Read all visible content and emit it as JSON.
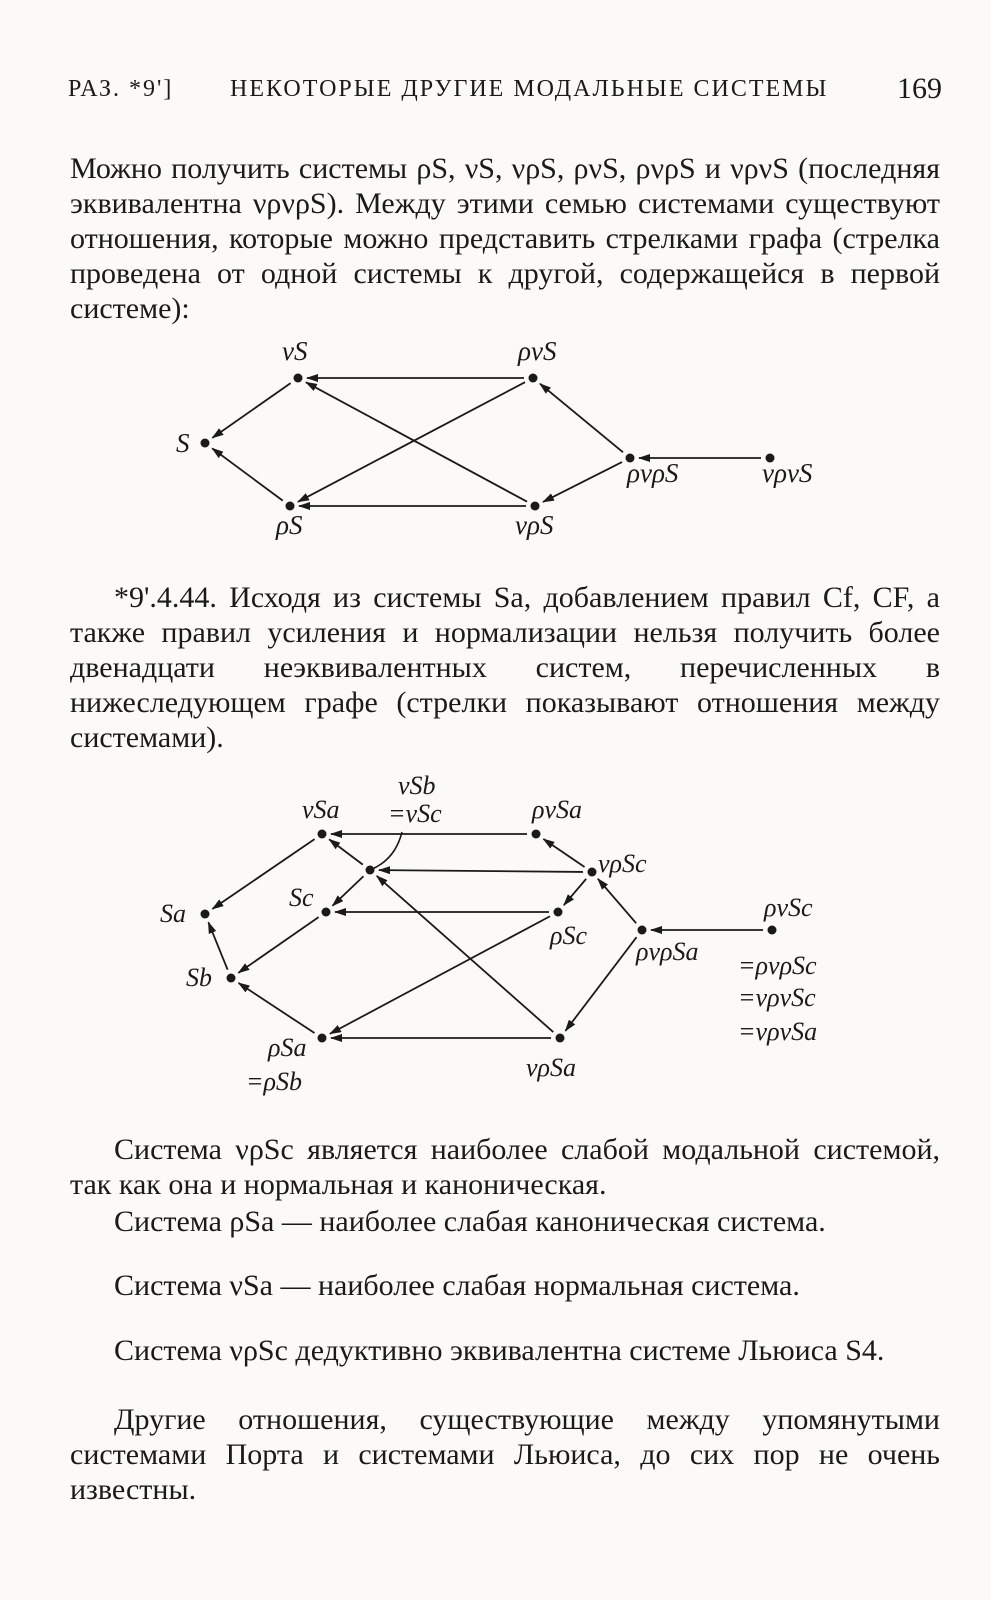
{
  "header": {
    "section": "РАЗ. *9']",
    "title": "НЕКОТОРЫЕ ДРУГИЕ МОДАЛЬНЫЕ СИСТЕМЫ",
    "page_number": "169"
  },
  "paragraphs": {
    "p1": "Можно получить системы ρS, νS, νρS, ρνS, ρνρS и νρνS (последняя эквивалентна νρνρS). Между этими семью системами существуют отношения, которые можно представить стрелками графа (стрелка проведена от одной системы к другой, содержащейся в первой системе):",
    "p2": "*9'.4.44. Исходя из системы Sa, добавлением правил Cf, CF, а также правил усиления и нормализации нельзя получить более двенадцати неэквивалентных систем, перечисленных в нижеследующем графе (стрелки показывают отношения между системами).",
    "p3": "Система νρSc является наиболее слабой модальной системой, так как она и нормальная и каноническая.",
    "p4": "Система ρSa — наиболее слабая каноническая система.",
    "p5": "Система νSa — наиболее слабая нормальная система.",
    "p6": "Система νρSc дедуктивно эквивалентна системе Льюиса S4.",
    "p7": "Другие отношения, существующие между упомянутыми системами Порта и системами Льюиса, до сих пор не очень известны."
  },
  "graph1": {
    "labels": {
      "vS": "νS",
      "rvS": "ρνS",
      "S": "S",
      "rvrS": "ρνρS",
      "vrvS": "νρνS",
      "rS": "ρS",
      "vrS": "νρS"
    },
    "edges": [
      [
        "rvS",
        "vS"
      ],
      [
        "rvS",
        "rS"
      ],
      [
        "vrS",
        "vS"
      ],
      [
        "vrS",
        "rS"
      ],
      [
        "vS",
        "S"
      ],
      [
        "rS",
        "S"
      ],
      [
        "rvrS",
        "rvS"
      ],
      [
        "rvrS",
        "vrS"
      ],
      [
        "vrvS",
        "rvrS"
      ]
    ]
  },
  "graph2": {
    "labels": {
      "vSa": "νSa",
      "vSb1": "νSb",
      "vSb2": "=νSc",
      "rvSa": "ρνSa",
      "vrSc": "νρSc",
      "Sa": "Sa",
      "Sc": "Sc",
      "rSc": "ρSc",
      "rvrSa": "ρνρSa",
      "rvSc": "ρνSc",
      "eq1": "=ρνρSc",
      "eq2": "=νρνSc",
      "eq3": "=νρνSa",
      "Sb": "Sb",
      "rSa": "ρSa",
      "rSb": "=ρSb",
      "vrSa": "νρSa"
    },
    "edges": [
      [
        "rvSa",
        "vSa"
      ],
      [
        "vrSc",
        "vSb"
      ],
      [
        "rSc",
        "Sc"
      ],
      [
        "vrSa",
        "rSa"
      ],
      [
        "vSa",
        "Sa"
      ],
      [
        "vSb",
        "vSa"
      ],
      [
        "vSb",
        "Sc"
      ],
      [
        "Sc",
        "Sb"
      ],
      [
        "rSa",
        "Sb"
      ],
      [
        "Sb",
        "Sa"
      ],
      [
        "rSc",
        "rSa"
      ],
      [
        "vrSa",
        "vSb"
      ],
      [
        "vrSc",
        "rvSa"
      ],
      [
        "vrSc",
        "rSc"
      ],
      [
        "rvrSa",
        "vrSc"
      ],
      [
        "rvrSa",
        "vrSa"
      ],
      [
        "rvSc",
        "rvrSa"
      ]
    ]
  }
}
